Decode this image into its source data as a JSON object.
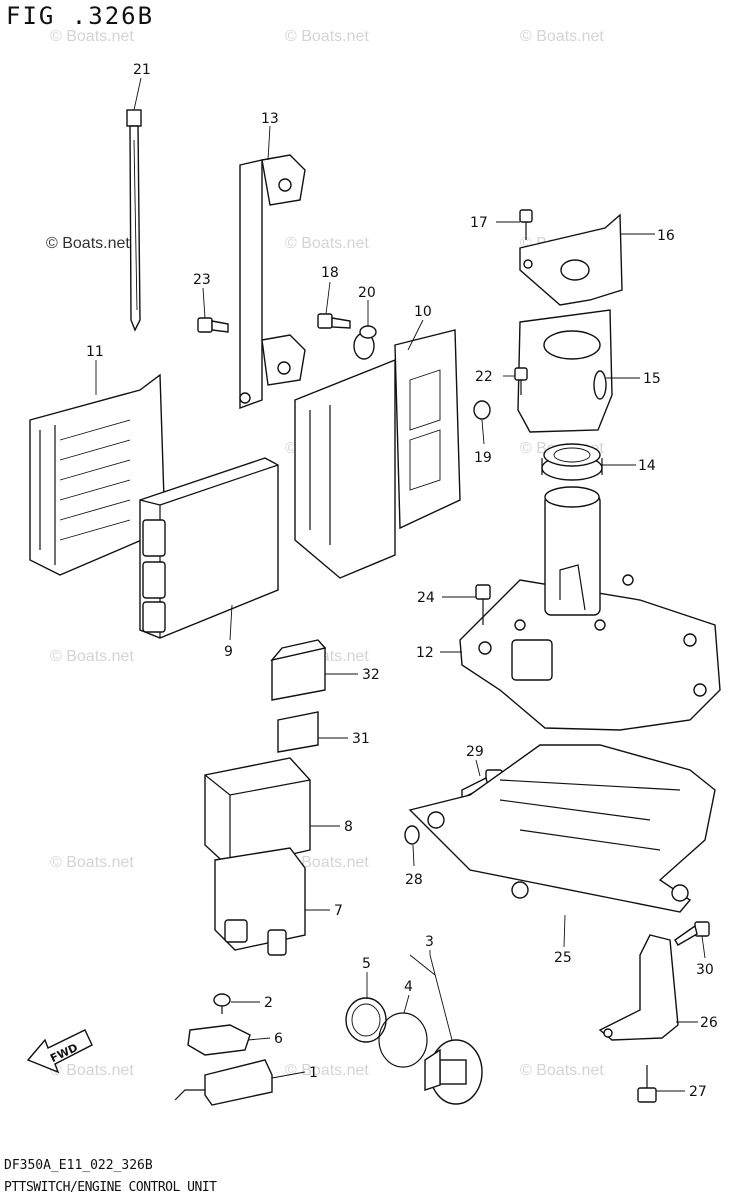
{
  "figure": {
    "title": "FIG .326B",
    "code": "DF350A_E11_022_326B",
    "caption": "PTTSWITCH/ENGINE CONTROL UNIT"
  },
  "watermark": {
    "text": "© Boats.net"
  },
  "callouts": [
    "21",
    "13",
    "17",
    "16",
    "23",
    "18",
    "20",
    "10",
    "22",
    "15",
    "11",
    "19",
    "14",
    "9",
    "24",
    "12",
    "32",
    "31",
    "29",
    "8",
    "28",
    "7",
    "25",
    "3",
    "5",
    "4",
    "30",
    "2",
    "26",
    "6",
    "1",
    "27"
  ],
  "fwd_label": "FWD",
  "colors": {
    "line": "#111111",
    "watermark": "#d4d4d4",
    "background": "#ffffff"
  }
}
